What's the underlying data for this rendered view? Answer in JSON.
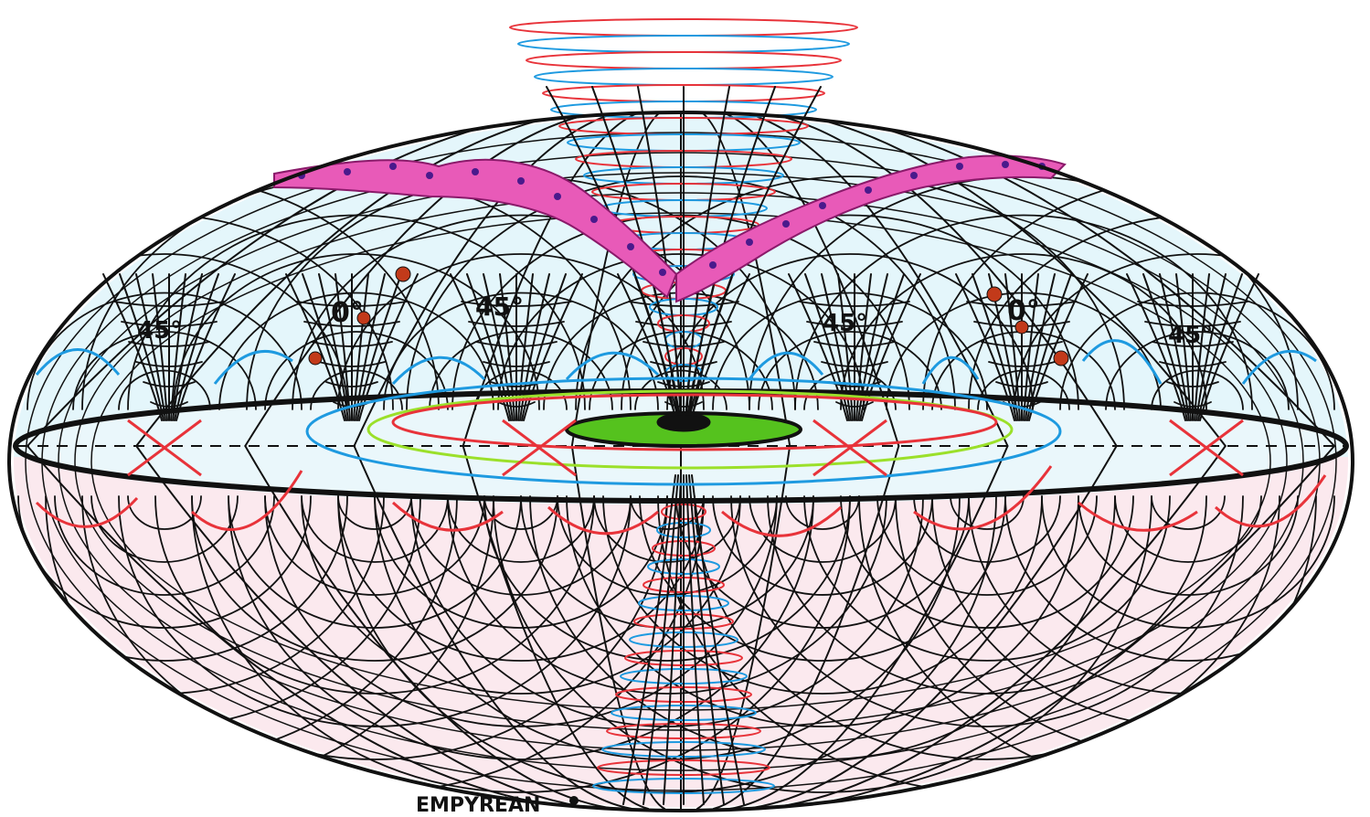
{
  "diagram": {
    "angle_labels": [
      "45°",
      "0°",
      "45°",
      "45°",
      "0°",
      "45°"
    ],
    "footer_label": "EMPYREAN",
    "colors": {
      "ink": "#111111",
      "red": "#e8333a",
      "blue": "#1e9ae0",
      "lime": "#9be02a",
      "green": "#55c21e",
      "magenta": "#e0379e",
      "cyan_tint": "#bfe9f3",
      "pink_tint": "#f6cdd6",
      "dot": "#c23a1a",
      "star": "#4a1a8c"
    }
  }
}
